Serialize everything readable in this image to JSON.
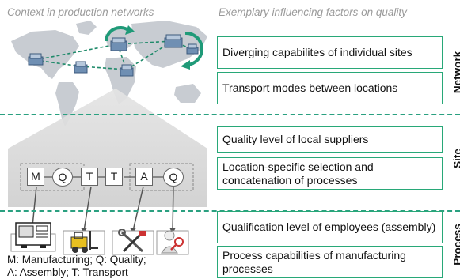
{
  "headers": {
    "left": "Context in production networks",
    "right": "Exemplary influencing factors on quality"
  },
  "factors": [
    {
      "text": "Diverging capabilites of individual sites"
    },
    {
      "text": "Transport modes between locations"
    },
    {
      "text": "Quality level of local suppliers"
    },
    {
      "text": "Location-specific selection and concatenation of processes"
    },
    {
      "text": "Qualification level of employees (assembly)"
    },
    {
      "text": "Process capabilities of manufacturing processes"
    }
  ],
  "levels": {
    "network": "Network",
    "site": "Site",
    "process": "Process"
  },
  "process_chain": [
    "M",
    "Q",
    "T",
    "T",
    "A",
    "Q"
  ],
  "legend": {
    "line1": "M: Manufacturing; Q: Quality;",
    "line2": "A: Assembly; T: Transport"
  },
  "colors": {
    "accent_green": "#28a878",
    "divider": "#2aa080",
    "header_text": "#9a9a9a",
    "map_gray": "#c8ccd2"
  },
  "icons": {
    "process_images": [
      "machine-icon",
      "forklift-icon",
      "tools-icon",
      "inspector-icon"
    ]
  }
}
